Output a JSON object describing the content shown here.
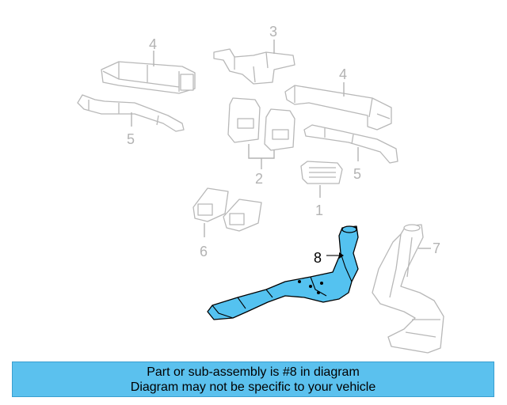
{
  "callouts": {
    "c1": "1",
    "c2": "2",
    "c3": "3",
    "c4a": "4",
    "c4b": "4",
    "c5a": "5",
    "c5b": "5",
    "c6": "6",
    "c7": "7",
    "c8": "8"
  },
  "highlight_color": "#54c2f0",
  "banner": {
    "line1": "Part or sub-assembly is #8 in diagram",
    "line2": "Diagram may not be specific to your vehicle",
    "background": "#5bc1ee"
  }
}
